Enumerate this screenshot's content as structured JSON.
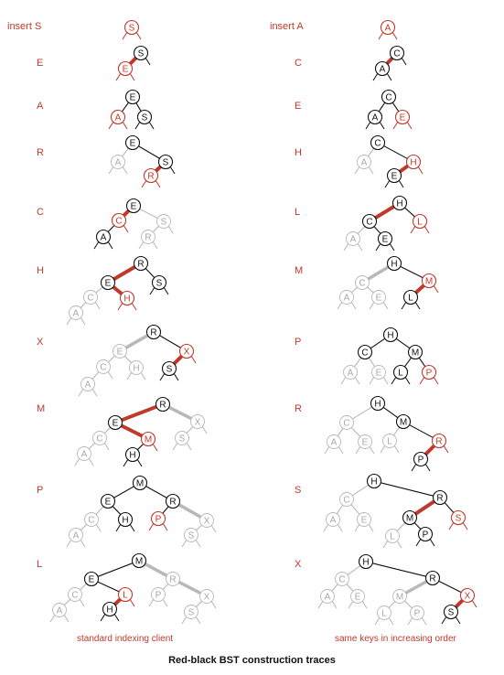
{
  "colors": {
    "red": "#c0392b",
    "black": "#111111",
    "gray": "#b8b8b8",
    "gray_text": "#a8a8a8"
  },
  "title": "Red-black BST construction traces",
  "left_caption": "standard indexing client",
  "right_caption": "same keys in increasing order",
  "left_labels": [
    "insert S",
    "E",
    "A",
    "R",
    "C",
    "H",
    "X",
    "M",
    "P",
    "L"
  ],
  "right_labels": [
    "insert A",
    "C",
    "E",
    "H",
    "L",
    "M",
    "P",
    "R",
    "S",
    "X"
  ],
  "left_trees": [
    {
      "nodes": [
        {
          "k": "S",
          "s": "red"
        }
      ],
      "edges": []
    },
    {
      "nodes": [
        {
          "k": "S",
          "s": "black"
        },
        {
          "k": "E",
          "s": "red"
        }
      ],
      "edges": [
        {
          "a": 1,
          "b": 0,
          "s": "red"
        }
      ]
    },
    {
      "nodes": [
        {
          "k": "E",
          "s": "black"
        },
        {
          "k": "A",
          "s": "red"
        },
        {
          "k": "S",
          "s": "black"
        }
      ],
      "edges": [
        {
          "a": 1,
          "b": 0,
          "s": "black"
        },
        {
          "a": 2,
          "b": 0,
          "s": "black"
        }
      ]
    },
    {
      "nodes": [
        {
          "k": "E",
          "s": "black"
        },
        {
          "k": "A",
          "s": "gray"
        },
        {
          "k": "S",
          "s": "black"
        },
        {
          "k": "R",
          "s": "red"
        }
      ],
      "edges": [
        {
          "a": 1,
          "b": 0,
          "s": "gray"
        },
        {
          "a": 2,
          "b": 0,
          "s": "black"
        },
        {
          "a": 3,
          "b": 2,
          "s": "red"
        }
      ]
    },
    {
      "nodes": [
        {
          "k": "E",
          "s": "black"
        },
        {
          "k": "C",
          "s": "red"
        },
        {
          "k": "A",
          "s": "black"
        },
        {
          "k": "S",
          "s": "gray"
        },
        {
          "k": "R",
          "s": "gray"
        }
      ],
      "edges": [
        {
          "a": 1,
          "b": 0,
          "s": "red"
        },
        {
          "a": 2,
          "b": 1,
          "s": "black"
        },
        {
          "a": 3,
          "b": 0,
          "s": "gray"
        },
        {
          "a": 4,
          "b": 3,
          "s": "gray"
        }
      ]
    },
    {
      "nodes": [
        {
          "k": "R",
          "s": "black"
        },
        {
          "k": "E",
          "s": "black"
        },
        {
          "k": "S",
          "s": "black"
        },
        {
          "k": "C",
          "s": "gray"
        },
        {
          "k": "H",
          "s": "red"
        },
        {
          "k": "A",
          "s": "gray"
        }
      ],
      "edges": [
        {
          "a": 1,
          "b": 0,
          "s": "red"
        },
        {
          "a": 2,
          "b": 0,
          "s": "black"
        },
        {
          "a": 3,
          "b": 1,
          "s": "gray"
        },
        {
          "a": 4,
          "b": 1,
          "s": "red"
        },
        {
          "a": 5,
          "b": 3,
          "s": "gray"
        }
      ]
    },
    {
      "nodes": [
        {
          "k": "R",
          "s": "black"
        },
        {
          "k": "E",
          "s": "gray"
        },
        {
          "k": "X",
          "s": "red"
        },
        {
          "k": "C",
          "s": "gray"
        },
        {
          "k": "H",
          "s": "gray"
        },
        {
          "k": "S",
          "s": "black"
        },
        {
          "k": "A",
          "s": "gray"
        }
      ],
      "edges": [
        {
          "a": 1,
          "b": 0,
          "s": "gray"
        },
        {
          "a": 2,
          "b": 0,
          "s": "black"
        },
        {
          "a": 3,
          "b": 1,
          "s": "gray"
        },
        {
          "a": 4,
          "b": 1,
          "s": "gray"
        },
        {
          "a": 5,
          "b": 2,
          "s": "red"
        },
        {
          "a": 6,
          "b": 3,
          "s": "gray"
        }
      ]
    },
    {
      "nodes": [
        {
          "k": "R",
          "s": "black"
        },
        {
          "k": "E",
          "s": "black"
        },
        {
          "k": "X",
          "s": "gray"
        },
        {
          "k": "C",
          "s": "gray"
        },
        {
          "k": "M",
          "s": "red"
        },
        {
          "k": "S",
          "s": "gray"
        },
        {
          "k": "A",
          "s": "gray"
        },
        {
          "k": "H",
          "s": "black"
        }
      ],
      "edges": [
        {
          "a": 1,
          "b": 0,
          "s": "red"
        },
        {
          "a": 2,
          "b": 0,
          "s": "gray"
        },
        {
          "a": 3,
          "b": 1,
          "s": "gray"
        },
        {
          "a": 4,
          "b": 1,
          "s": "red"
        },
        {
          "a": 5,
          "b": 2,
          "s": "gray"
        },
        {
          "a": 6,
          "b": 3,
          "s": "gray"
        },
        {
          "a": 7,
          "b": 4,
          "s": "black"
        }
      ]
    },
    {
      "nodes": [
        {
          "k": "M",
          "s": "black"
        },
        {
          "k": "E",
          "s": "black"
        },
        {
          "k": "R",
          "s": "black"
        },
        {
          "k": "C",
          "s": "gray"
        },
        {
          "k": "H",
          "s": "black"
        },
        {
          "k": "P",
          "s": "red"
        },
        {
          "k": "X",
          "s": "gray"
        },
        {
          "k": "A",
          "s": "gray"
        },
        {
          "k": "S",
          "s": "gray"
        }
      ],
      "edges": [
        {
          "a": 1,
          "b": 0,
          "s": "black"
        },
        {
          "a": 2,
          "b": 0,
          "s": "black"
        },
        {
          "a": 3,
          "b": 1,
          "s": "gray"
        },
        {
          "a": 4,
          "b": 1,
          "s": "black"
        },
        {
          "a": 5,
          "b": 2,
          "s": "black"
        },
        {
          "a": 6,
          "b": 2,
          "s": "gray"
        },
        {
          "a": 7,
          "b": 3,
          "s": "gray"
        },
        {
          "a": 8,
          "b": 6,
          "s": "gray"
        }
      ]
    },
    {
      "nodes": [
        {
          "k": "M",
          "s": "black"
        },
        {
          "k": "E",
          "s": "black"
        },
        {
          "k": "R",
          "s": "gray"
        },
        {
          "k": "C",
          "s": "gray"
        },
        {
          "k": "L",
          "s": "red"
        },
        {
          "k": "P",
          "s": "gray"
        },
        {
          "k": "X",
          "s": "gray"
        },
        {
          "k": "A",
          "s": "gray"
        },
        {
          "k": "H",
          "s": "black"
        },
        {
          "k": "S",
          "s": "gray"
        }
      ],
      "edges": [
        {
          "a": 1,
          "b": 0,
          "s": "black"
        },
        {
          "a": 2,
          "b": 0,
          "s": "gray"
        },
        {
          "a": 3,
          "b": 1,
          "s": "gray"
        },
        {
          "a": 4,
          "b": 1,
          "s": "black"
        },
        {
          "a": 5,
          "b": 2,
          "s": "gray"
        },
        {
          "a": 6,
          "b": 2,
          "s": "gray"
        },
        {
          "a": 7,
          "b": 3,
          "s": "gray"
        },
        {
          "a": 8,
          "b": 4,
          "s": "red"
        },
        {
          "a": 9,
          "b": 6,
          "s": "gray"
        }
      ]
    }
  ],
  "right_trees": [
    {
      "nodes": [
        {
          "k": "A",
          "s": "red"
        }
      ],
      "edges": []
    },
    {
      "nodes": [
        {
          "k": "C",
          "s": "black"
        },
        {
          "k": "A",
          "s": "black"
        }
      ],
      "edges": [
        {
          "a": 1,
          "b": 0,
          "s": "red"
        }
      ]
    },
    {
      "nodes": [
        {
          "k": "C",
          "s": "black"
        },
        {
          "k": "A",
          "s": "black"
        },
        {
          "k": "E",
          "s": "red"
        }
      ],
      "edges": [
        {
          "a": 1,
          "b": 0,
          "s": "black"
        },
        {
          "a": 2,
          "b": 0,
          "s": "black"
        }
      ]
    },
    {
      "nodes": [
        {
          "k": "C",
          "s": "black"
        },
        {
          "k": "A",
          "s": "gray"
        },
        {
          "k": "H",
          "s": "red"
        },
        {
          "k": "E",
          "s": "black"
        }
      ],
      "edges": [
        {
          "a": 1,
          "b": 0,
          "s": "gray"
        },
        {
          "a": 2,
          "b": 0,
          "s": "black"
        },
        {
          "a": 3,
          "b": 2,
          "s": "red"
        }
      ]
    },
    {
      "nodes": [
        {
          "k": "H",
          "s": "black"
        },
        {
          "k": "C",
          "s": "black"
        },
        {
          "k": "L",
          "s": "red"
        },
        {
          "k": "A",
          "s": "gray"
        },
        {
          "k": "E",
          "s": "black"
        }
      ],
      "edges": [
        {
          "a": 1,
          "b": 0,
          "s": "red"
        },
        {
          "a": 2,
          "b": 0,
          "s": "black"
        },
        {
          "a": 3,
          "b": 1,
          "s": "gray"
        },
        {
          "a": 4,
          "b": 1,
          "s": "black"
        }
      ]
    },
    {
      "nodes": [
        {
          "k": "H",
          "s": "black"
        },
        {
          "k": "C",
          "s": "gray"
        },
        {
          "k": "M",
          "s": "red"
        },
        {
          "k": "A",
          "s": "gray"
        },
        {
          "k": "E",
          "s": "gray"
        },
        {
          "k": "L",
          "s": "black"
        }
      ],
      "edges": [
        {
          "a": 1,
          "b": 0,
          "s": "gray"
        },
        {
          "a": 2,
          "b": 0,
          "s": "black"
        },
        {
          "a": 3,
          "b": 1,
          "s": "gray"
        },
        {
          "a": 4,
          "b": 1,
          "s": "gray"
        },
        {
          "a": 5,
          "b": 2,
          "s": "red"
        }
      ]
    },
    {
      "nodes": [
        {
          "k": "H",
          "s": "black"
        },
        {
          "k": "C",
          "s": "black"
        },
        {
          "k": "M",
          "s": "black"
        },
        {
          "k": "A",
          "s": "gray"
        },
        {
          "k": "E",
          "s": "gray"
        },
        {
          "k": "L",
          "s": "black"
        },
        {
          "k": "P",
          "s": "red"
        }
      ],
      "edges": [
        {
          "a": 1,
          "b": 0,
          "s": "black"
        },
        {
          "a": 2,
          "b": 0,
          "s": "black"
        },
        {
          "a": 3,
          "b": 1,
          "s": "gray"
        },
        {
          "a": 4,
          "b": 1,
          "s": "gray"
        },
        {
          "a": 5,
          "b": 2,
          "s": "black"
        },
        {
          "a": 6,
          "b": 2,
          "s": "black"
        }
      ]
    },
    {
      "nodes": [
        {
          "k": "H",
          "s": "black"
        },
        {
          "k": "C",
          "s": "gray"
        },
        {
          "k": "M",
          "s": "black"
        },
        {
          "k": "A",
          "s": "gray"
        },
        {
          "k": "E",
          "s": "gray"
        },
        {
          "k": "L",
          "s": "gray"
        },
        {
          "k": "R",
          "s": "red"
        },
        {
          "k": "P",
          "s": "black"
        }
      ],
      "edges": [
        {
          "a": 1,
          "b": 0,
          "s": "gray"
        },
        {
          "a": 2,
          "b": 0,
          "s": "black"
        },
        {
          "a": 3,
          "b": 1,
          "s": "gray"
        },
        {
          "a": 4,
          "b": 1,
          "s": "gray"
        },
        {
          "a": 5,
          "b": 2,
          "s": "gray"
        },
        {
          "a": 6,
          "b": 2,
          "s": "black"
        },
        {
          "a": 7,
          "b": 6,
          "s": "red"
        }
      ]
    },
    {
      "nodes": [
        {
          "k": "H",
          "s": "black"
        },
        {
          "k": "C",
          "s": "gray"
        },
        {
          "k": "R",
          "s": "black"
        },
        {
          "k": "A",
          "s": "gray"
        },
        {
          "k": "E",
          "s": "gray"
        },
        {
          "k": "M",
          "s": "black"
        },
        {
          "k": "S",
          "s": "red"
        },
        {
          "k": "L",
          "s": "gray"
        },
        {
          "k": "P",
          "s": "black"
        }
      ],
      "edges": [
        {
          "a": 1,
          "b": 0,
          "s": "gray"
        },
        {
          "a": 2,
          "b": 0,
          "s": "black"
        },
        {
          "a": 3,
          "b": 1,
          "s": "gray"
        },
        {
          "a": 4,
          "b": 1,
          "s": "gray"
        },
        {
          "a": 5,
          "b": 2,
          "s": "red"
        },
        {
          "a": 6,
          "b": 2,
          "s": "black"
        },
        {
          "a": 7,
          "b": 5,
          "s": "gray"
        },
        {
          "a": 8,
          "b": 5,
          "s": "black"
        }
      ]
    },
    {
      "nodes": [
        {
          "k": "H",
          "s": "black"
        },
        {
          "k": "C",
          "s": "gray"
        },
        {
          "k": "R",
          "s": "black"
        },
        {
          "k": "A",
          "s": "gray"
        },
        {
          "k": "E",
          "s": "gray"
        },
        {
          "k": "M",
          "s": "gray"
        },
        {
          "k": "X",
          "s": "red"
        },
        {
          "k": "L",
          "s": "gray"
        },
        {
          "k": "P",
          "s": "gray"
        },
        {
          "k": "S",
          "s": "black"
        }
      ],
      "edges": [
        {
          "a": 1,
          "b": 0,
          "s": "gray"
        },
        {
          "a": 2,
          "b": 0,
          "s": "black"
        },
        {
          "a": 3,
          "b": 1,
          "s": "gray"
        },
        {
          "a": 4,
          "b": 1,
          "s": "gray"
        },
        {
          "a": 5,
          "b": 2,
          "s": "gray"
        },
        {
          "a": 6,
          "b": 2,
          "s": "black"
        },
        {
          "a": 7,
          "b": 5,
          "s": "gray"
        },
        {
          "a": 8,
          "b": 5,
          "s": "gray"
        },
        {
          "a": 9,
          "b": 6,
          "s": "red"
        }
      ]
    }
  ]
}
